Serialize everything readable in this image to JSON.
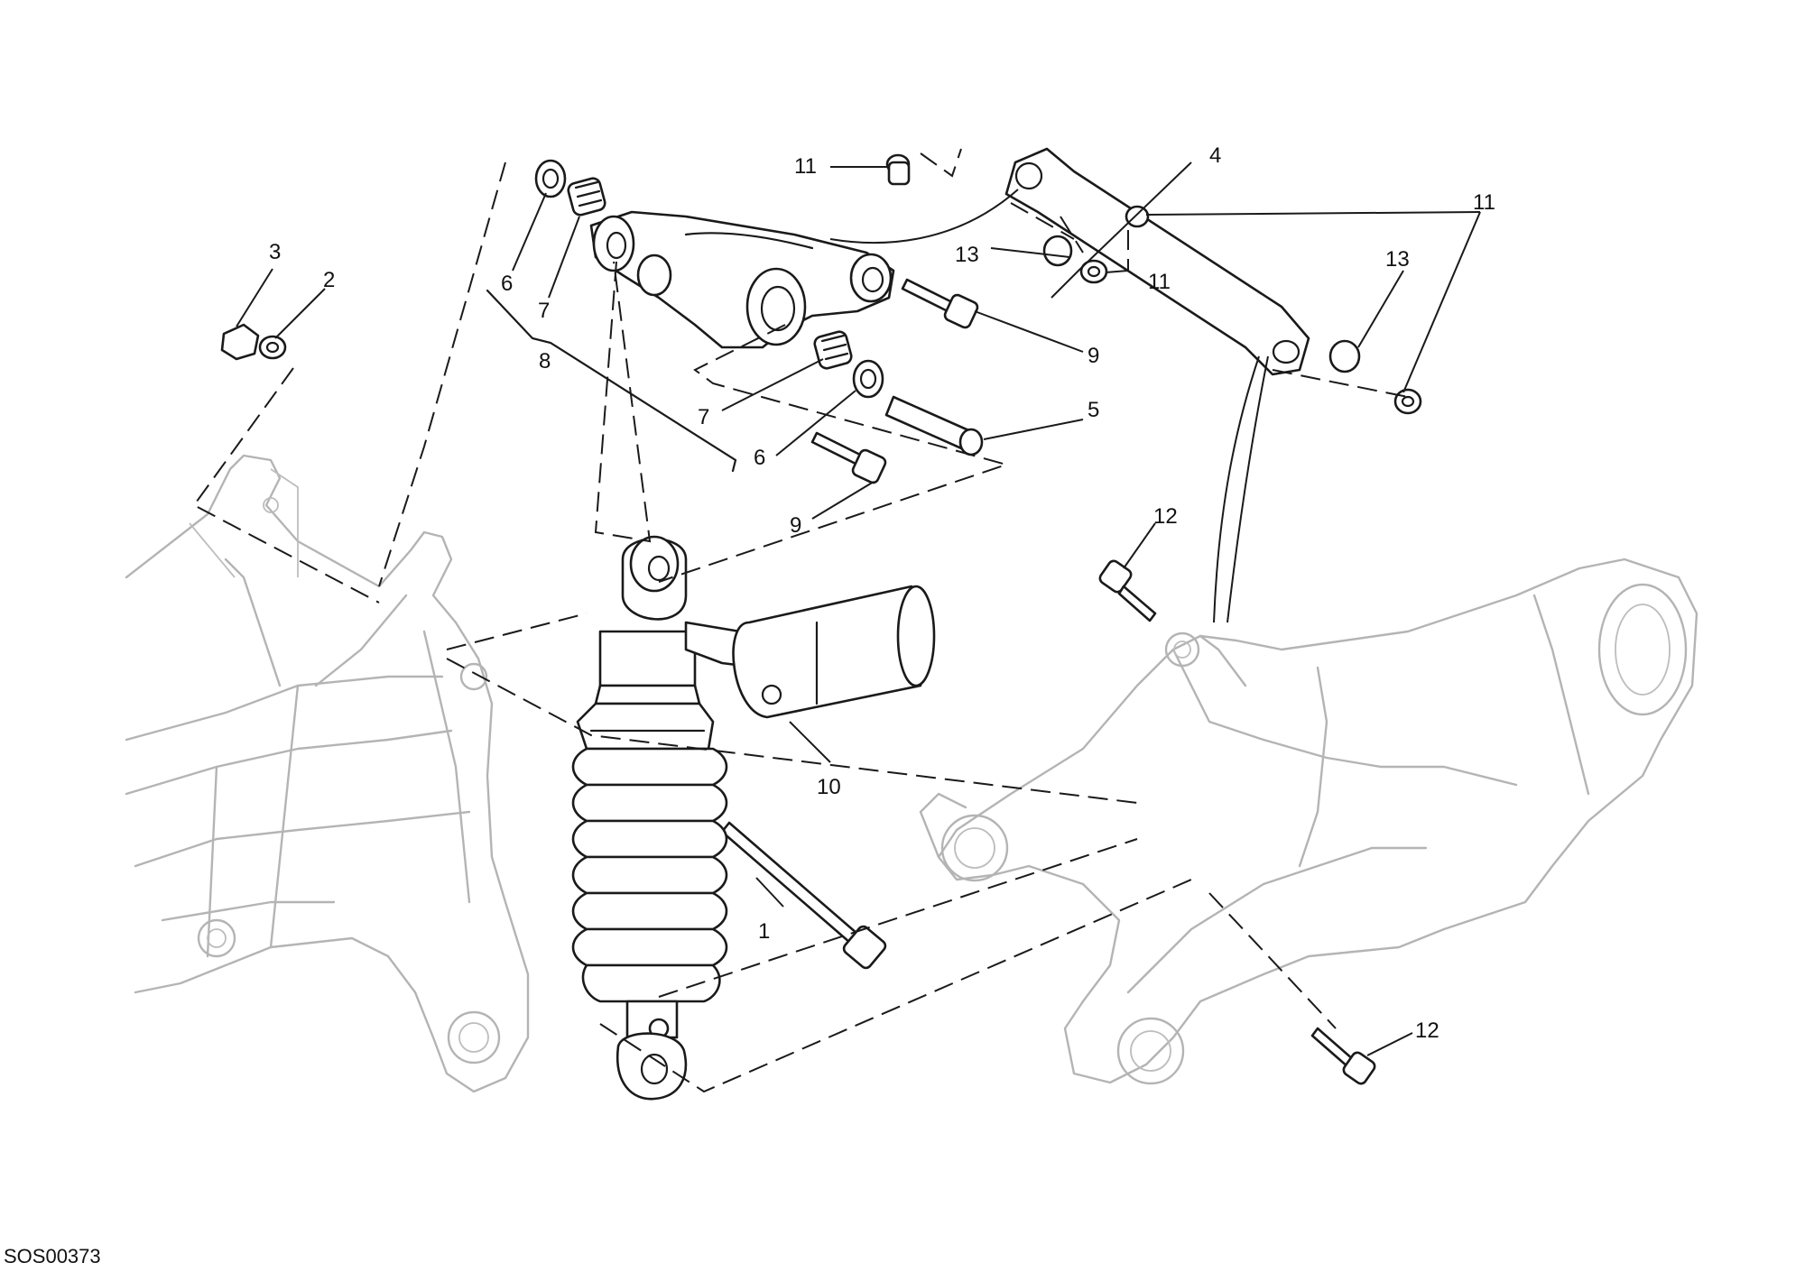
{
  "callouts": {
    "c1": "1",
    "c2": "2",
    "c3": "3",
    "c4": "4",
    "c5": "5",
    "c6a": "6",
    "c6b": "6",
    "c7a": "7",
    "c7b": "7",
    "c8": "8",
    "c9a": "9",
    "c9b": "9",
    "c10": "10",
    "c11a": "11",
    "c11b": "11",
    "c11c": "11",
    "c12a": "12",
    "c12b": "12",
    "c13a": "13",
    "c13b": "13"
  },
  "drawing_code": "SOS00373"
}
